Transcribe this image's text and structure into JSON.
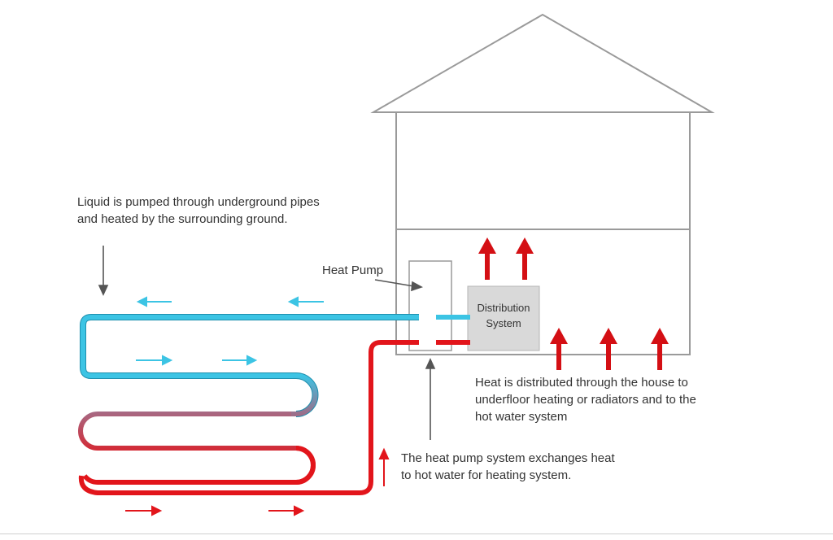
{
  "annotations": {
    "ground_loop": [
      "Liquid is pumped through underground pipes",
      "and heated by the surrounding ground."
    ],
    "heat_pump": "Heat Pump",
    "distribution": [
      "Distribution",
      "System"
    ],
    "heat_distributed": [
      "Heat is distributed through the house to",
      "underfloor heating or radiators and to the",
      "hot water system"
    ],
    "exchange": [
      "The heat pump system exchanges heat",
      "to hot water for heating system."
    ]
  },
  "colors": {
    "cold_pipe": "#3cc4e4",
    "warm_pipe": "#e2151b",
    "mid_pipe": "#a66b86",
    "outline": "#9a9a9a",
    "text": "#333333",
    "box_fill": "#d9d9d9",
    "heat_arrow": "#d40f14"
  }
}
